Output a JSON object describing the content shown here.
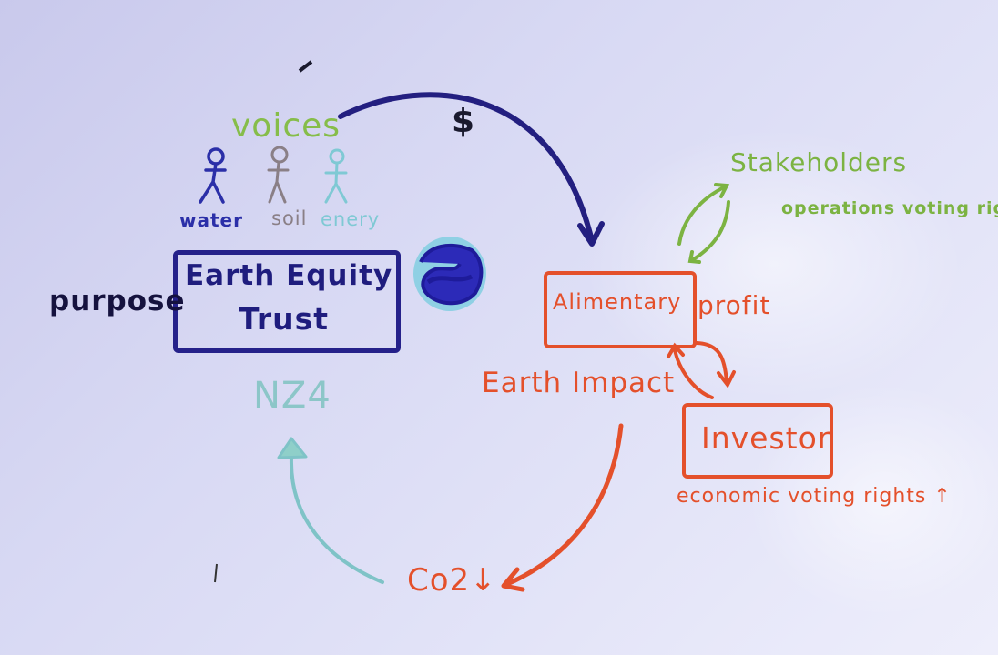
{
  "diagram": {
    "voices_label": "voices",
    "dollar_sign": "$",
    "stakeholders": "Stakeholders",
    "stakeholders_rights": "operations voting rights",
    "people": [
      {
        "label": "water",
        "color": "#2b2fa8"
      },
      {
        "label": "soil",
        "color": "#8a7f86"
      },
      {
        "label": "enery",
        "color": "#7fc9d4"
      }
    ],
    "trust_line1": "Earth Equity",
    "trust_line2": "Trust",
    "purpose": "purpose",
    "nz": "NZ4",
    "company": "Alimentary",
    "profit": "profit",
    "earth_impact": "Earth Impact",
    "investor": "Investor",
    "investor_rights": "economic voting rights ↑",
    "co2": "Co2↓",
    "colors": {
      "navy": "#1f1d7e",
      "green": "#7cb342",
      "red": "#e4502b",
      "teal": "#7fc3c7",
      "black": "#1a1a2e"
    }
  }
}
